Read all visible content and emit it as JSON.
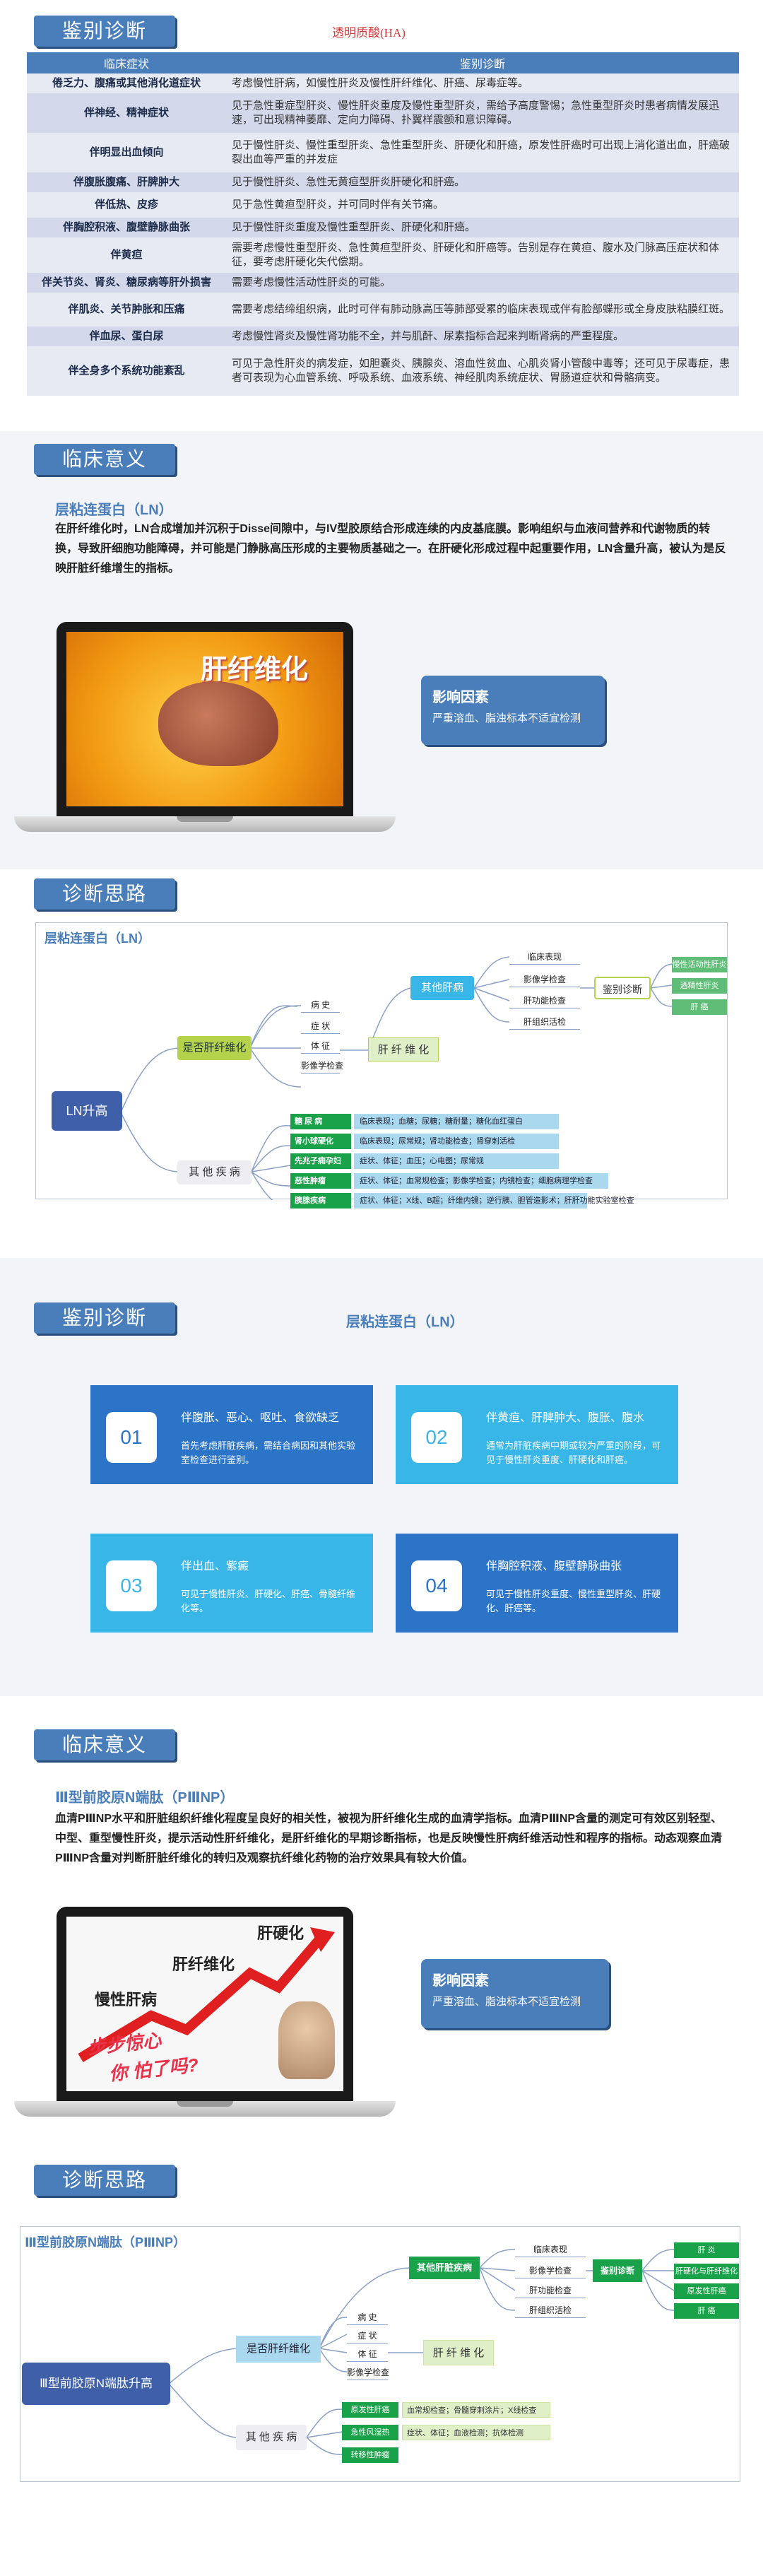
{
  "sec1": {
    "tag": "鉴别诊断",
    "title": "透明质酸(HA)",
    "headers": [
      "临床症状",
      "鉴别诊断"
    ],
    "rows": [
      [
        "倦乏力、腹痛或其他消化道症状",
        "考虑慢性肝病，如慢性肝炎及慢性肝纤维化、肝癌、尿毒症等。"
      ],
      [
        "伴神经、精神症状",
        "见于急性重症型肝炎、慢性肝炎重度及慢性重型肝炎，需给予高度警惕；急性重型肝炎时患者病情发展迅速，可出现精神萎靡、定向力障碍、扑翼样震颤和意识障碍。"
      ],
      [
        "伴明显出血倾向",
        "见于慢性肝炎、慢性重型肝炎、急性重型肝炎、肝硬化和肝癌，原发性肝癌时可出现上消化道出血，肝癌破裂出血等严重的并发症"
      ],
      [
        "伴腹胀腹痛、肝脾肿大",
        "见于慢性肝炎、急性无黄疸型肝炎肝硬化和肝癌。"
      ],
      [
        "伴低热、皮疹",
        "见于急性黄疸型肝炎，并可同时伴有关节痛。"
      ],
      [
        "伴胸腔积液、腹壁静脉曲张",
        "见于慢性肝炎重度及慢性重型肝炎、肝硬化和肝癌。"
      ],
      [
        "伴黄疸",
        "需要考虑慢性重型肝炎、急性黄疸型肝炎、肝硬化和肝癌等。告别是存在黄疸、腹水及门脉高压症状和体征，要考虑肝硬化失代偿期。"
      ],
      [
        "伴关节炎、肾炎、糖尿病等肝外损害",
        "需要考虑慢性活动性肝炎的可能。"
      ],
      [
        "伴肌炎、关节肿胀和压痛",
        "需要考虑结缔组织病，此时可伴有肺动脉高压等肺部受累的临床表现或伴有脸部蝶形或全身皮肤粘膜红斑。"
      ],
      [
        "伴血尿、蛋白尿",
        "考虑慢性肾炎及慢性肾功能不全，并与肌酐、尿素指标合起来判断肾病的严重程度。"
      ],
      [
        "伴全身多个系统功能紊乱",
        "可见于急性肝炎的病发症，如胆囊炎、胰腺炎、溶血性贫血、心肌炎肾小管酸中毒等；还可见于尿毒症，患者可表现为心血管系统、呼吸系统、血液系统、神经肌肉系统症状、胃肠道症状和骨骼病变。"
      ]
    ]
  },
  "sec2": {
    "tag": "临床意义",
    "subtitle": "层粘连蛋白（LN）",
    "text": "在肝纤维化时，LN合成增加并沉积于Disse间隙中，与IV型胶原结合形成连续的内皮基底膜。影响组织与血液间营养和代谢物质的转换，导致肝细胞功能障碍，并可能是门静脉高压形成的主要物质基础之一。在肝硬化形成过程中起重要作用，LN含量升高，被认为是反映肝脏纤维增生的指标。",
    "img_text": "肝纤维化",
    "infl_title": "影响因素",
    "infl_text": "严重溶血、脂浊标本不适宜检测"
  },
  "sec3": {
    "tag": "诊断思路",
    "box_title": "层粘连蛋白（LN）",
    "root": "LN升高",
    "q": "是否肝纤维化",
    "items1": [
      "病 史",
      "症 状",
      "体 征",
      "影像学检查"
    ],
    "fib": "肝 纤 维 化",
    "other": "其 他 疾 病",
    "liver": "其他肝病",
    "items2": [
      "临床表现",
      "影像学检查",
      "肝功能检查",
      "肝组织活检"
    ],
    "dd": "鉴别诊断",
    "dd_items": [
      "慢性活动性肝炎",
      "酒精性肝炎",
      "肝 癌"
    ],
    "others": [
      [
        "糖 尿 病",
        "临床表现；血糖；尿糖；糖耐量；糖化血红蛋白"
      ],
      [
        "肾小球硬化",
        "临床表现；尿常规；肾功能检查；肾穿刺活检"
      ],
      [
        "先兆子痫孕妇",
        "症状、体征；血压；心电图；尿常规"
      ],
      [
        "恶性肿瘤",
        "症状、体征；血常规检查；影像学检查；内镜检查；细胞病理学检查"
      ],
      [
        "胰腺疾病",
        "症状、体征；X线、B超；纤维内镜；逆行胰、胆管造影术；肝肝功能实验室检查"
      ]
    ]
  },
  "sec4": {
    "tag": "鉴别诊断",
    "title": "层粘连蛋白（LN）",
    "tiles": [
      {
        "n": "01",
        "h": "伴腹胀、恶心、呕吐、食欲缺乏",
        "b": "首先考虑肝脏疾病，需结合病因和其他实验室检查进行鉴别。"
      },
      {
        "n": "02",
        "h": "伴黄疸、肝脾肿大、腹胀、腹水",
        "b": "通常为肝脏疾病中期或较为严重的阶段，可见于慢性肝炎重度、肝硬化和肝癌。"
      },
      {
        "n": "03",
        "h": "伴出血、紫癜",
        "b": "可见于慢性肝炎、肝硬化、肝癌、骨髓纤维化等。"
      },
      {
        "n": "04",
        "h": "伴胸腔积液、腹壁静脉曲张",
        "b": "可见于慢性肝炎重度、慢性重型肝炎、肝硬化、肝癌等。"
      }
    ]
  },
  "sec5": {
    "tag": "临床意义",
    "subtitle": "Ⅲ型前胶原N端肽（PⅢNP）",
    "text": "血清PⅢNP水平和肝脏组织纤维化程度呈良好的相关性，被视为肝纤维化生成的血清学指标。血清PⅢNP含量的测定可有效区别轻型、中型、重型慢性肝炎，提示活动性肝纤维化，是肝纤维化的早期诊断指标，也是反映慢性肝病纤维活动性和程序的指标。动态观察血清PⅢNP含量对判断肝脏纤维化的转归及观察抗纤维化药物的治疗效果具有较大价值。",
    "img_texts": [
      "肝硬化",
      "肝纤维化",
      "慢性肝病",
      "步步惊心",
      "你 怕了吗?"
    ],
    "infl_title": "影响因素",
    "infl_text": "严重溶血、脂浊标本不适宜检测"
  },
  "sec6": {
    "tag": "诊断思路",
    "box_title": "Ⅲ型前胶原N端肽（PⅢNP）",
    "root": "Ⅲ型前胶原N端肽升高",
    "q": "是否肝纤维化",
    "items1": [
      "病 史",
      "症 状",
      "体 征",
      "影像学检查"
    ],
    "fib": "肝 纤 维 化",
    "other": "其 他 疾 病",
    "liver": "其他肝脏疾病",
    "items2": [
      "临床表现",
      "影像学检查",
      "肝功能检查",
      "肝组织活检"
    ],
    "dd": "鉴别诊断",
    "dd_items": [
      "肝 炎",
      "肝硬化与肝纤维化",
      "原发性肝癌",
      "肝 癌"
    ],
    "others": [
      [
        "原发性肝癌",
        "血常规检查；骨髓穿刺涂片；X线检查"
      ],
      [
        "急性风湿热",
        "症状、体征；血液检测；抗体检测"
      ],
      [
        "转移性肿瘤",
        ""
      ]
    ]
  },
  "colors": {
    "accent": "#4a7ebb",
    "green": "#b5d34a",
    "blue": "#39b6e8",
    "dark": "#3f5fa8"
  }
}
